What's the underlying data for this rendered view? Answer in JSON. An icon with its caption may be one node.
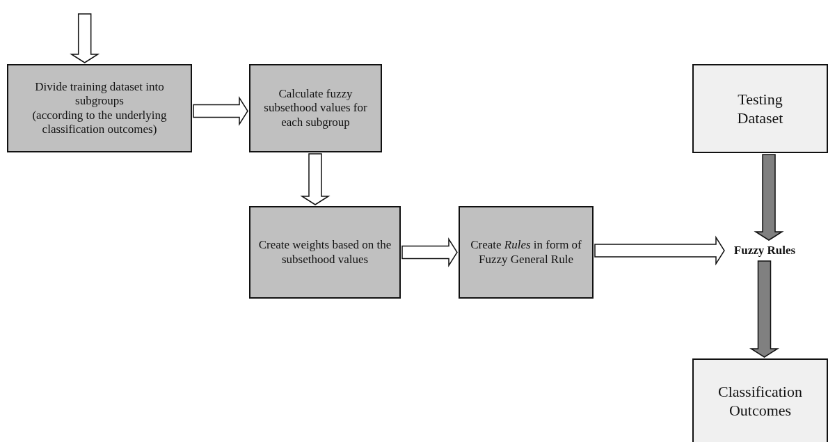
{
  "diagram": {
    "nodes": [
      {
        "text": [
          "Divide training dataset into subgroups",
          "(according to the underlying classification outcomes)"
        ]
      },
      {
        "text": [
          "Calculate fuzzy subsethood values for each subgroup"
        ]
      },
      {
        "text": [
          "Create weights based on the subsethood values"
        ]
      },
      {
        "text": [
          "Create *Rules* in form of Fuzzy General Rule"
        ]
      },
      {
        "text": [
          "Testing Dataset"
        ]
      },
      {
        "text": [
          "Fuzzy Rules"
        ]
      },
      {
        "text": [
          "Classification Outcomes"
        ]
      }
    ],
    "edges": [
      {
        "from": null,
        "to": 0,
        "arrow": "to"
      },
      {
        "from": 0,
        "to": 1,
        "arrow": "to"
      },
      {
        "from": 1,
        "to": 2,
        "arrow": "to"
      },
      {
        "from": 2,
        "to": 3,
        "arrow": "to"
      },
      {
        "from": 3,
        "to": 5,
        "arrow": "to"
      },
      {
        "from": 4,
        "to": 5,
        "arrow": "to",
        "color": "#808080"
      },
      {
        "from": 5,
        "to": 6,
        "arrow": "to",
        "color": "#808080"
      }
    ]
  }
}
